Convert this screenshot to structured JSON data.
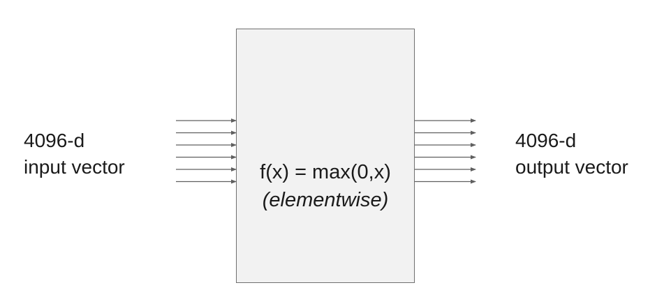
{
  "input": {
    "line1": "4096-d",
    "line2": "input vector"
  },
  "function_box": {
    "formula": "f(x) = max(0,x)",
    "note": "(elementwise)"
  },
  "output": {
    "line1": "4096-d",
    "line2": "output vector"
  },
  "colors": {
    "box_fill": "#f2f2f2",
    "box_stroke": "#6f6f6f",
    "arrow": "#5f5f5f",
    "text": "#1a1a1a"
  },
  "arrow_count_per_side": 6
}
